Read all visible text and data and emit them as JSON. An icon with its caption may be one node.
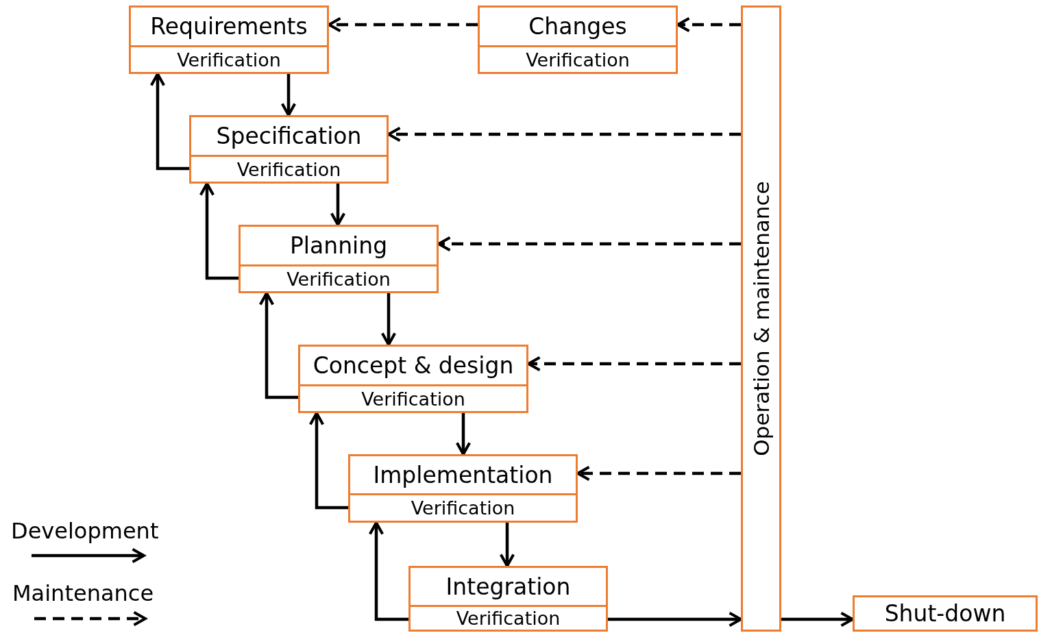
{
  "diagram": {
    "nodes": [
      {
        "text": [
          "Requirements",
          "Verification"
        ]
      },
      {
        "text": [
          "Changes",
          "Verification"
        ]
      },
      {
        "text": [
          "Specification",
          "Verification"
        ]
      },
      {
        "text": [
          "Planning",
          "Verification"
        ]
      },
      {
        "text": [
          "Concept & design",
          "Verification"
        ]
      },
      {
        "text": [
          "Implementation",
          "Verification"
        ]
      },
      {
        "text": [
          "Integration",
          "Verification"
        ]
      },
      {
        "text": [
          "Operation & maintenance"
        ]
      },
      {
        "text": [
          "Shut-down"
        ]
      }
    ],
    "edges": [
      {
        "from": 1,
        "to": 0,
        "arrow": "to",
        "style": "dashed"
      },
      {
        "from": 7,
        "to": 1,
        "arrow": "to",
        "style": "dashed"
      },
      {
        "from": 0,
        "to": 2,
        "arrow": "to"
      },
      {
        "from": 2,
        "to": 0,
        "arrow": "to"
      },
      {
        "from": 7,
        "to": 2,
        "arrow": "to",
        "style": "dashed"
      },
      {
        "from": 2,
        "to": 3,
        "arrow": "to"
      },
      {
        "from": 3,
        "to": 2,
        "arrow": "to"
      },
      {
        "from": 7,
        "to": 3,
        "arrow": "to",
        "style": "dashed"
      },
      {
        "from": 3,
        "to": 4,
        "arrow": "to"
      },
      {
        "from": 4,
        "to": 3,
        "arrow": "to"
      },
      {
        "from": 7,
        "to": 4,
        "arrow": "to",
        "style": "dashed"
      },
      {
        "from": 4,
        "to": 5,
        "arrow": "to"
      },
      {
        "from": 5,
        "to": 4,
        "arrow": "to"
      },
      {
        "from": 7,
        "to": 5,
        "arrow": "to",
        "style": "dashed"
      },
      {
        "from": 5,
        "to": 6,
        "arrow": "to"
      },
      {
        "from": 6,
        "to": 5,
        "arrow": "to"
      },
      {
        "from": 6,
        "to": 7,
        "arrow": "to"
      },
      {
        "from": 7,
        "to": 8,
        "arrow": "to"
      }
    ],
    "legend": [
      {
        "text": "Development"
      },
      {
        "text": "Maintenance"
      }
    ]
  }
}
